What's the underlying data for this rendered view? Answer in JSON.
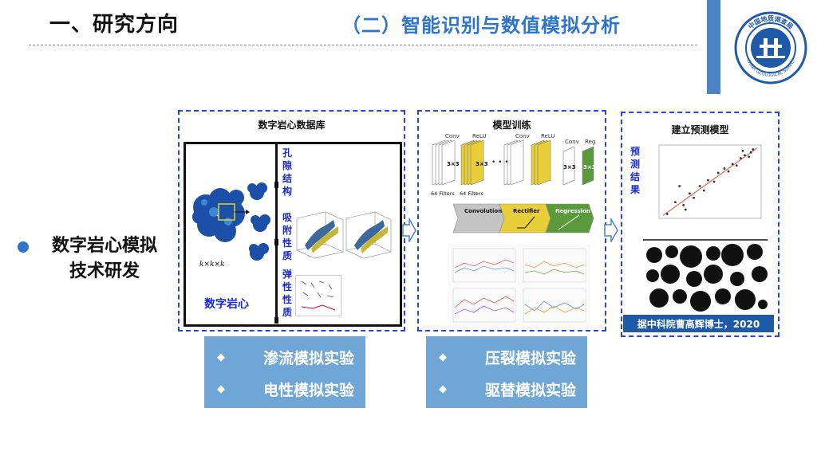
{
  "header": {
    "title": "一、研究方向",
    "subtitle": "（二）智能识别与数值模拟分析"
  },
  "logo": {
    "icon": "china-geological-survey-logo",
    "ring_text": "中国地质调查局",
    "ring_text_en": "CHINA GEOLOGICAL SURVEY"
  },
  "main_label": {
    "lines": [
      "数字岩心模拟",
      "技术研发"
    ]
  },
  "database_panel": {
    "title": "数字岩心数据库",
    "formula": "k×k×k",
    "core_label": "数字岩心",
    "properties": [
      "孔隙结构",
      "吸附性质",
      "弹性性质"
    ]
  },
  "training_panel": {
    "title": "模型训练",
    "layers": [
      "Conv",
      "ReLU",
      "Conv",
      "ReLU",
      "Conv",
      "Reg"
    ],
    "kernel": "3×3",
    "filters": [
      "64 Filters",
      "64 Filters"
    ],
    "stages": [
      "Convolution",
      "Rectifier",
      "Regression"
    ]
  },
  "prediction_panel": {
    "title": "建立预测模型",
    "side_label": "预测结果",
    "caption": "据中科院曹高辉博士，2020",
    "scatter_points": [
      [
        -2.8,
        -2.9
      ],
      [
        -2.4,
        -2.1
      ],
      [
        -2.0,
        -2.3
      ],
      [
        -1.7,
        -1.5
      ],
      [
        -1.5,
        -1.8
      ],
      [
        -1.2,
        -1.0
      ],
      [
        -1.0,
        -1.3
      ],
      [
        -0.8,
        -0.6
      ],
      [
        -0.5,
        -0.7
      ],
      [
        -0.3,
        -0.1
      ],
      [
        0.0,
        0.2
      ],
      [
        0.2,
        0.0
      ],
      [
        0.4,
        0.5
      ],
      [
        0.6,
        0.4
      ],
      [
        0.8,
        0.9
      ],
      [
        1.0,
        1.1
      ],
      [
        1.2,
        1.0
      ],
      [
        1.4,
        1.5
      ],
      [
        -2.2,
        -1.0
      ],
      [
        -1.9,
        -2.6
      ],
      [
        0.9,
        1.4
      ],
      [
        1.3,
        1.3
      ]
    ]
  },
  "experiment_groups": [
    {
      "items": [
        "渗流模拟实验",
        "电性模拟实验"
      ]
    },
    {
      "items": [
        "压裂模拟实验",
        "驱替模拟实验"
      ]
    }
  ],
  "colors": {
    "accent": "#2e74c8",
    "panel_border": "#2b45c9",
    "label_blue": "#1a2ad1",
    "button_bg": "#6fa6d6",
    "caption_bg": "#1f5aa8"
  }
}
